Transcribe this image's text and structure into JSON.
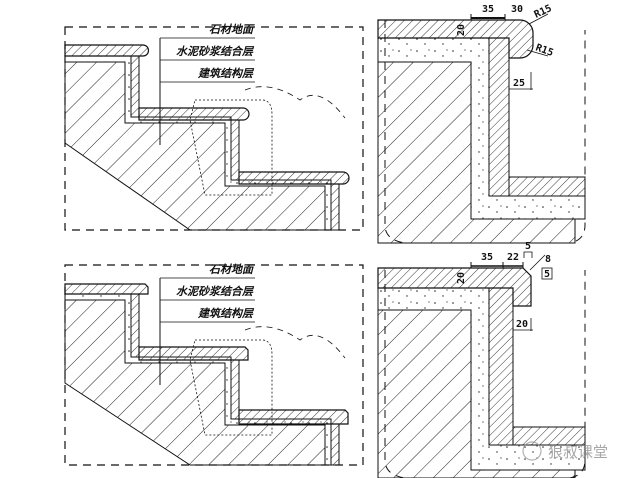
{
  "diagram": {
    "title": "Stone stair tread nosing details",
    "panels": [
      {
        "id": "top-left",
        "type": "stair-section",
        "labels": [
          "石材地面",
          "水泥砂浆结合层",
          "建筑结构层"
        ]
      },
      {
        "id": "top-right",
        "type": "nosing-detail",
        "nosing": "rounded",
        "dimensions": {
          "top_a": "35",
          "top_b": "30",
          "thickness": "20",
          "radius_top": "R15",
          "radius_bottom": "R15",
          "riser": "25"
        }
      },
      {
        "id": "bottom-left",
        "type": "stair-section",
        "labels": [
          "石材地面",
          "水泥砂浆结合层",
          "建筑结构层"
        ]
      },
      {
        "id": "bottom-right",
        "type": "nosing-detail",
        "nosing": "chamfered",
        "dimensions": {
          "top_a": "35",
          "top_b": "22",
          "thickness": "20",
          "gap": "5",
          "chamfer_a": "8",
          "chamfer_b": "5",
          "riser": "20"
        }
      }
    ],
    "watermark": "狠叔课堂",
    "colors": {
      "line": "#111111",
      "background": "#ffffff",
      "watermark": "#8a8a8a"
    }
  }
}
